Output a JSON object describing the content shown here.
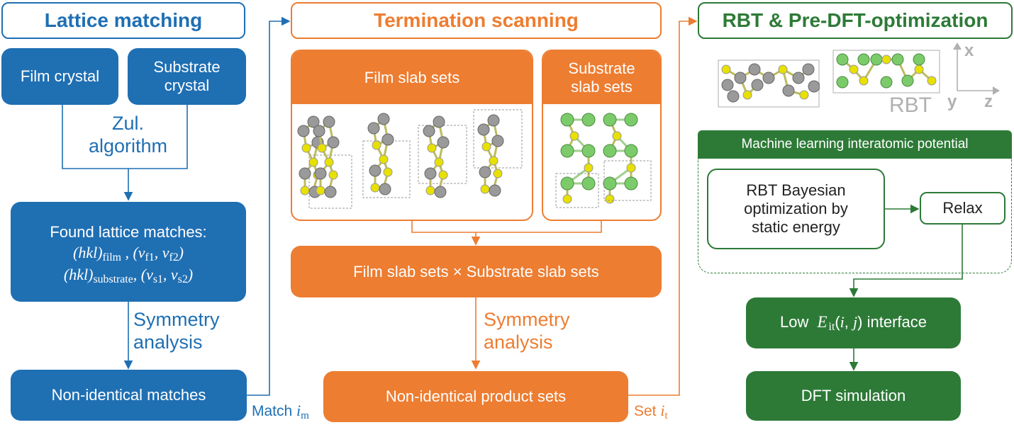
{
  "lattice": {
    "header": "Lattice matching",
    "film_crystal": "Film crystal",
    "substrate_crystal": "Substrate crystal",
    "zur_label": "Zul. algorithm",
    "found_title": "Found lattice matches:",
    "found_line1": "(hkl)film ,(vf1, vf2)",
    "found_line2": "(hkl)substrate, (vs1, vs2)",
    "symmetry_label": "Symmetry analysis",
    "non_identical": "Non-identical matches",
    "match_label": "Match im"
  },
  "termination": {
    "header": "Termination scanning",
    "film_slab_sets": "Film slab sets",
    "substrate_slab_sets": "Substrate slab sets",
    "product": "Film slab sets × Substrate slab sets",
    "symmetry_label": "Symmetry analysis",
    "non_identical": "Non-identical product sets",
    "set_label": "Set it"
  },
  "rbt": {
    "header": "RBT & Pre-DFT-optimization",
    "rbt_label": "RBT",
    "axis_x": "x",
    "axis_y": "y",
    "axis_z": "z",
    "ml_header": "Machine learning interatomic potential",
    "bayesian": "RBT Bayesian optimization by static energy",
    "relax": "Relax",
    "low_e": "Low Eit(i, j) interface",
    "dft": "DFT simulation"
  },
  "colors": {
    "blue": "#1f6fb3",
    "orange": "#ed7d31",
    "green": "#2d7a37",
    "yellow_atom": "#e8e000",
    "gray_atom": "#9a9a9a",
    "green_atom": "#7ccb6a"
  }
}
